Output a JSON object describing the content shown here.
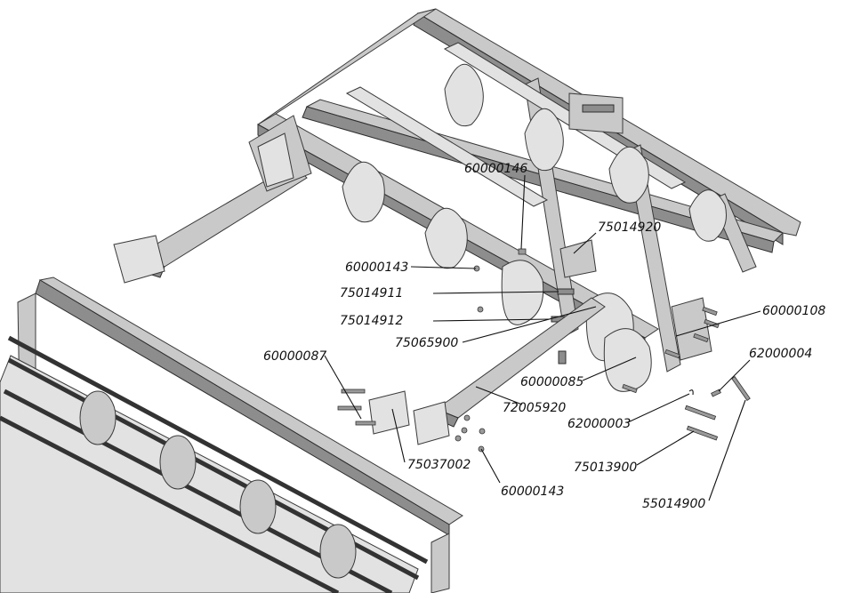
{
  "labels": {
    "l60000146": "60000146",
    "l75014920": "75014920",
    "l60000143a": "60000143",
    "l75014911": "75014911",
    "l75014912": "75014912",
    "l75065900": "75065900",
    "l60000108": "60000108",
    "l62000004": "62000004",
    "l60000087": "60000087",
    "l60000085": "60000085",
    "l62000003": "62000003",
    "l72005920": "72005920",
    "l75013900": "75013900",
    "l75037002": "75037002",
    "l60000143b": "60000143",
    "l55014900": "55014900"
  },
  "colors": {
    "steel": "#c9c9c9",
    "steel_dark": "#8d8d8d",
    "outline": "#3a3a3a",
    "label": "#111111"
  }
}
